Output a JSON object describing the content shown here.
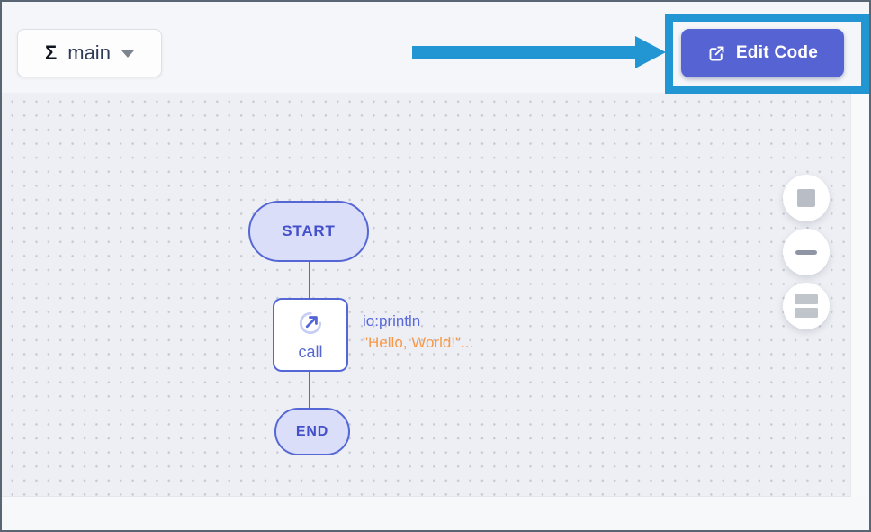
{
  "topbar": {
    "function_selector": {
      "icon": "sigma",
      "sigma_glyph": "Σ",
      "label": "main",
      "caret": "chevron-down"
    },
    "edit_code_button": {
      "label": "Edit Code",
      "icon": "external-link",
      "bg_color": "#5663d2",
      "text_color": "#ffffff"
    }
  },
  "annotation": {
    "type": "arrow-pointing-to-edit-code-button-with-highlight-box",
    "color": "#2196d3"
  },
  "diagram": {
    "accent_color": "#5567d5",
    "node_fill_color": "#dbdef9",
    "grid": "dotted",
    "nodes": {
      "start": {
        "label": "START"
      },
      "call": {
        "label": "call",
        "icon": "circle-arrow-out",
        "expression": "io:println",
        "arguments": "\"Hello, World!\"..."
      },
      "end": {
        "label": "END"
      }
    },
    "expression_color": "#5868dd",
    "arguments_color": "#f8994a"
  },
  "controls": {
    "fit_to_screen": {
      "icon": "square"
    },
    "zoom_out": {
      "icon": "minus"
    },
    "overview": {
      "icon": "stacked-bars"
    }
  }
}
